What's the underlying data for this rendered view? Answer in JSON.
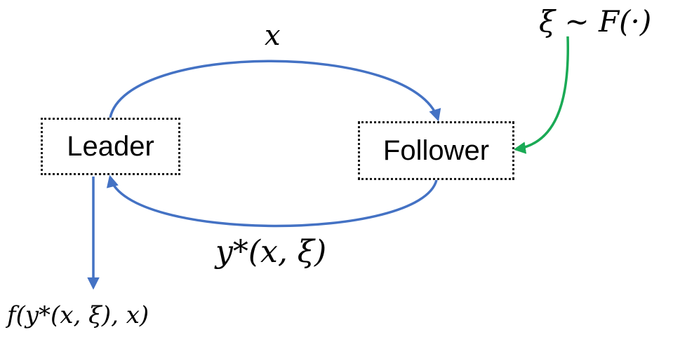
{
  "nodes": {
    "leader": {
      "label": "Leader"
    },
    "follower": {
      "label": "Follower"
    }
  },
  "labels": {
    "decision": "x",
    "random_variable": "ξ ∼ F(·)",
    "response": "y*(x, ξ)",
    "objective": "f(y*(x, ξ), x)"
  },
  "colors": {
    "flow_arrow": "#4472C4",
    "random_arrow": "#1AAA55",
    "box_border": "#1a1a1a"
  }
}
